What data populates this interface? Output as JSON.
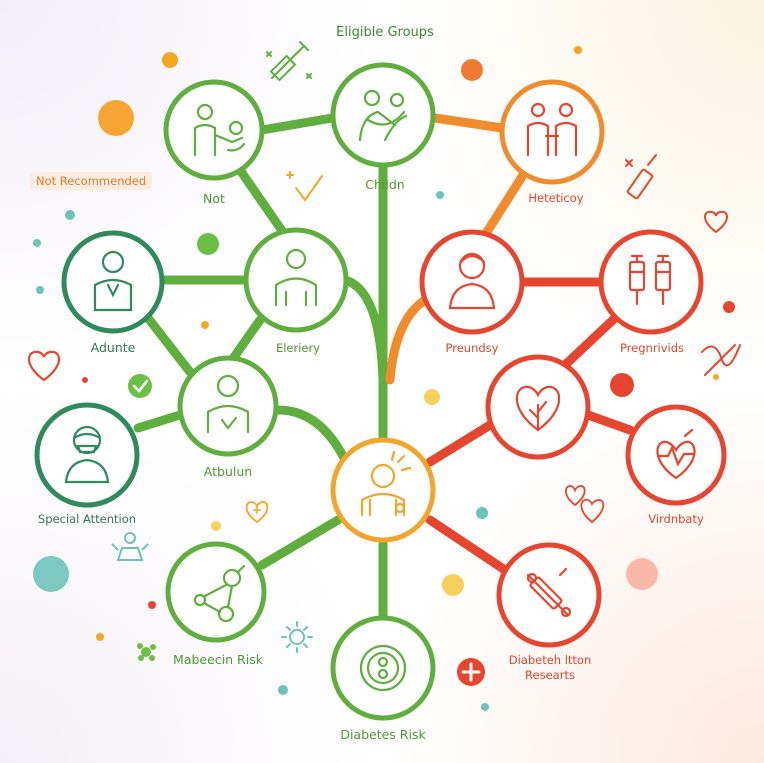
{
  "diagram": {
    "title": "Eligible Groups",
    "badge": "Not Recommended",
    "center": {
      "name": "center"
    },
    "nodes": [
      {
        "id": "not",
        "label": "Not",
        "icon": "parent-child-icon"
      },
      {
        "id": "childn",
        "label": "Childn",
        "icon": "hug-icon"
      },
      {
        "id": "heteticoy",
        "label": "Heteticoy",
        "icon": "two-people-icon"
      },
      {
        "id": "adunte",
        "label": "Adunte",
        "icon": "adult-icon"
      },
      {
        "id": "eleriery",
        "label": "Eleriery",
        "icon": "person-icon"
      },
      {
        "id": "preundsy",
        "label": "Preundsy",
        "icon": "person-bust-icon"
      },
      {
        "id": "pregnrivids",
        "label": "Pregnrivids",
        "icon": "syringe-pair-icon"
      },
      {
        "id": "atbulun",
        "label": "Atbulun",
        "icon": "person-icon"
      },
      {
        "id": "special-attention",
        "label": "Special Attention",
        "icon": "masked-person-icon"
      },
      {
        "id": "heart",
        "label": "",
        "icon": "heart-leaf-icon"
      },
      {
        "id": "virdnbaty",
        "label": "Virdnbaty",
        "icon": "heart-pulse-icon"
      },
      {
        "id": "mabeecin-risk",
        "label": "Mabeecin Risk",
        "icon": "virus-molecule-icon"
      },
      {
        "id": "diabeteh-research",
        "label": "Diabeteh ltton Researts",
        "icon": "no-syringe-icon"
      },
      {
        "id": "diabetes-risk",
        "label": "Diabetes Risk",
        "icon": "sugar-cell-icon"
      }
    ]
  },
  "colors": {
    "green": "#5aaa3c",
    "dark_green": "#2f7a55",
    "red": "#e6452f",
    "orange": "#f08c2c",
    "center_orange": "#f3a42b"
  }
}
